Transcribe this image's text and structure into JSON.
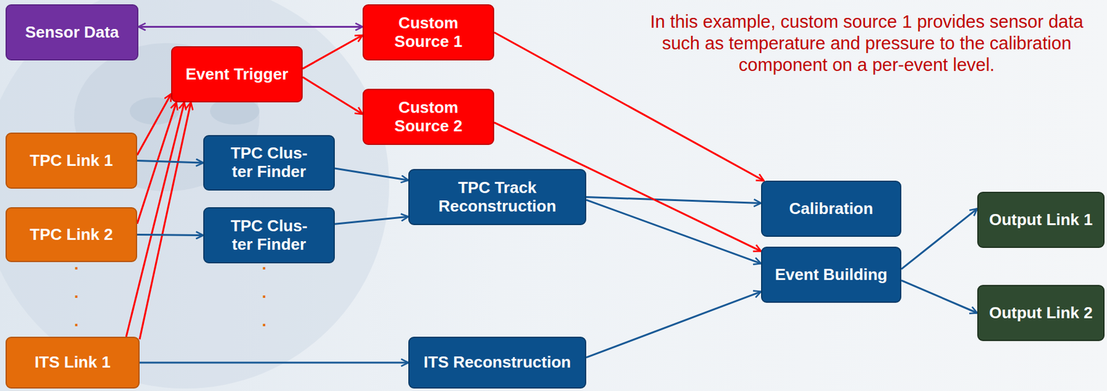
{
  "diagram": {
    "nodes": [
      {
        "text": [
          "Sensor Data"
        ]
      },
      {
        "text": [
          "Custom Source 1"
        ]
      },
      {
        "text": [
          "Event Trigger"
        ]
      },
      {
        "text": [
          "Custom Source 2"
        ]
      },
      {
        "text": [
          "TPC Link 1"
        ]
      },
      {
        "text": [
          "TPC Clus- ter Finder"
        ]
      },
      {
        "text": [
          "TPC Track Reconstruction"
        ]
      },
      {
        "text": [
          "Calibration"
        ]
      },
      {
        "text": [
          "Output Link 1"
        ]
      },
      {
        "text": [
          "TPC Link 2"
        ]
      },
      {
        "text": [
          "TPC Clus- ter Finder"
        ]
      },
      {
        "text": [
          "Event Building"
        ]
      },
      {
        "text": [
          "Output Link 2"
        ]
      },
      {
        "text": [
          "ITS Link 1"
        ]
      },
      {
        "text": [
          "ITS Reconstruction"
        ]
      }
    ],
    "edges": [
      {
        "from": 0,
        "to": 1,
        "arrow": "both"
      },
      {
        "from": 2,
        "to": 1,
        "arrow": "to"
      },
      {
        "from": 2,
        "to": 3,
        "arrow": "to"
      },
      {
        "from": 4,
        "to": 2,
        "arrow": "to"
      },
      {
        "from": 9,
        "to": 2,
        "arrow": "to"
      },
      {
        "from": 13,
        "to": 2,
        "arrow": "to"
      },
      {
        "from": 13,
        "to": 2,
        "arrow": "to"
      },
      {
        "from": 4,
        "to": 5,
        "arrow": "to"
      },
      {
        "from": 9,
        "to": 10,
        "arrow": "to"
      },
      {
        "from": 13,
        "to": 14,
        "arrow": "to"
      },
      {
        "from": 5,
        "to": 6,
        "arrow": "to"
      },
      {
        "from": 10,
        "to": 6,
        "arrow": "to"
      },
      {
        "from": 6,
        "to": 7,
        "arrow": "to"
      },
      {
        "from": 6,
        "to": 11,
        "arrow": "to"
      },
      {
        "from": 1,
        "to": 7,
        "arrow": "to"
      },
      {
        "from": 3,
        "to": 11,
        "arrow": "to"
      },
      {
        "from": 14,
        "to": 11,
        "arrow": "to"
      },
      {
        "from": 11,
        "to": 8,
        "arrow": "to"
      },
      {
        "from": 11,
        "to": 12,
        "arrow": "to"
      }
    ],
    "labels": [
      "In this example, custom source 1 provides sensor data such as temperature and pressure to the calibration component on a per-event level.",
      ". . .",
      ". . ."
    ]
  }
}
